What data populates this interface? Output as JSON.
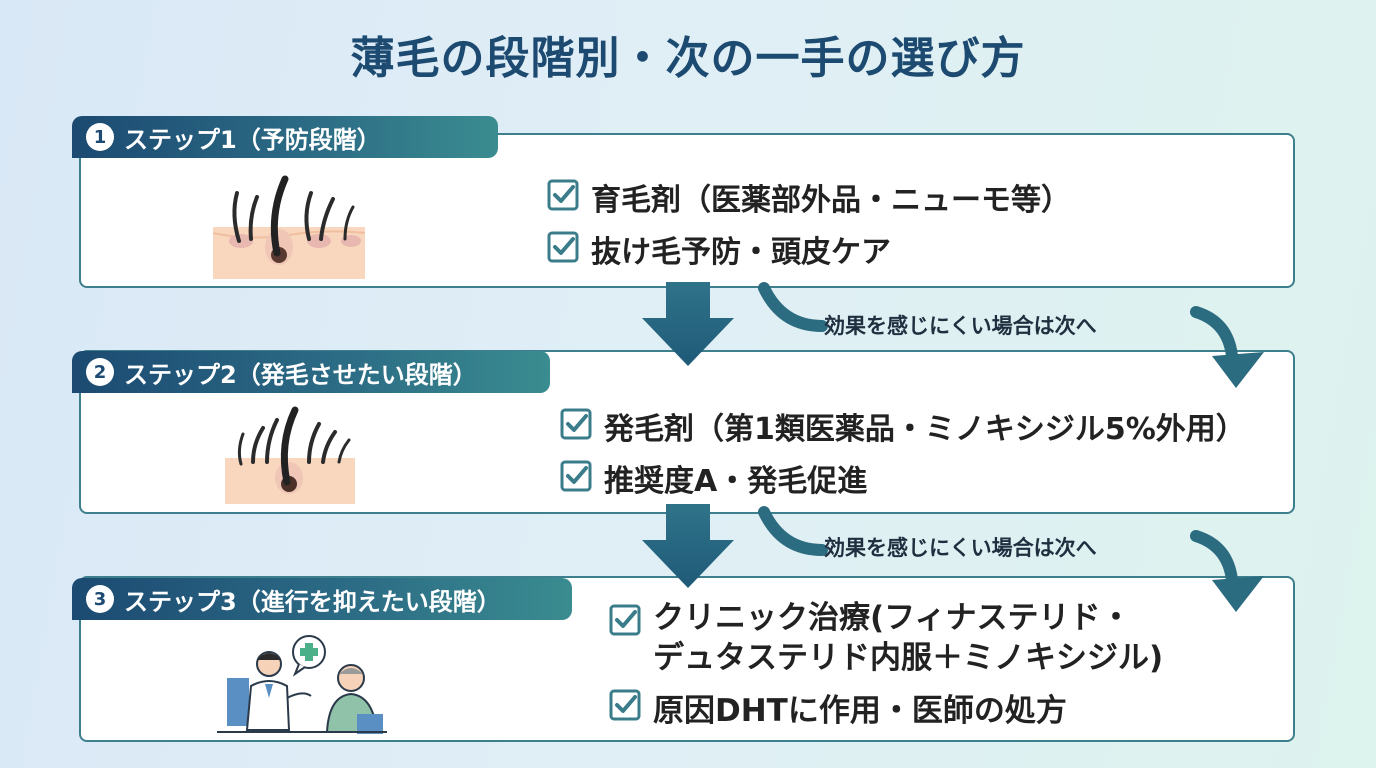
{
  "title": "薄毛の段階別・次の一手の選び方",
  "steps": [
    {
      "number": "1",
      "label": "ステップ1（予防段階）",
      "items": [
        "育毛剤（医薬部外品・ニューモ等）",
        "抜け毛予防・頭皮ケア"
      ],
      "illustration": "hair-follicle-icon"
    },
    {
      "number": "2",
      "label": "ステップ2（発毛させたい段階）",
      "items": [
        "発毛剤（第1類医薬品・ミノキシジル5%外用）",
        "推奨度A・発毛促進"
      ],
      "illustration": "hair-follicle-icon"
    },
    {
      "number": "3",
      "label": "ステップ3（進行を抑えたい段階）",
      "items": [
        "クリニック治療(フィナステリド・\nデュタステリド内服＋ミノキシジル)",
        "原因DHTに作用・医師の処方"
      ],
      "illustration": "doctor-consultation-icon"
    }
  ],
  "transitions": [
    {
      "label": "効果を感じにくい場合は次へ"
    },
    {
      "label": "効果を感じにくい場合は次へ"
    }
  ],
  "colors": {
    "title": "#1d4a70",
    "label_start": "#1c4a72",
    "label_end": "#3a8c90",
    "card_border": "#3d7f8c",
    "arrow": "#2c6c80",
    "check": "#3a7c8a"
  }
}
